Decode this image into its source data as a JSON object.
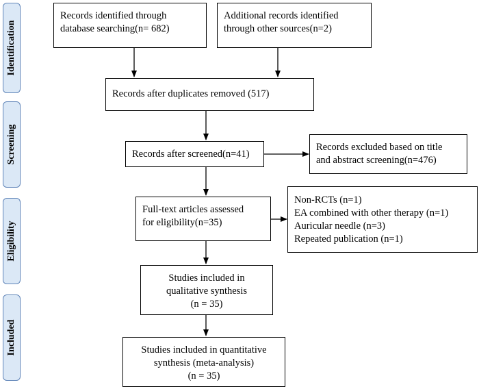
{
  "phases": {
    "identification": "Identification",
    "screening": "Screening",
    "eligibility": "Eligibility",
    "included": "Included"
  },
  "boxes": {
    "database_search": {
      "line1": "Records identified through",
      "line2": "database searching(n= 682)"
    },
    "other_sources": {
      "line1": "Additional records identified",
      "line2": "through other sources(n=2)"
    },
    "duplicates_removed": {
      "line1": "Records after duplicates removed (517)"
    },
    "screened": {
      "line1": "Records after screened(n=41)"
    },
    "excluded_title_abstract": {
      "line1": "Records excluded based on title",
      "line2": "and abstract screening(n=476)"
    },
    "full_text_assessed": {
      "line1": "Full-text articles assessed",
      "line2": "for eligibility(n=35)"
    },
    "full_text_excluded": {
      "items": [
        "Non-RCTs (n=1)",
        "EA combined with other therapy  (n=1)",
        "Auricular needle (n=3)",
        "Repeated publication (n=1)"
      ]
    },
    "qualitative": {
      "line1": "Studies included in",
      "line2": "qualitative synthesis",
      "line3": "(n = 35)"
    },
    "quantitative": {
      "line1": "Studies included in quantitative",
      "line2": "synthesis (meta-analysis)",
      "line3": "(n = 35)"
    }
  },
  "colors": {
    "phase_fill": "#dbe8f6",
    "phase_border": "#5f84b8",
    "line": "#000000"
  }
}
